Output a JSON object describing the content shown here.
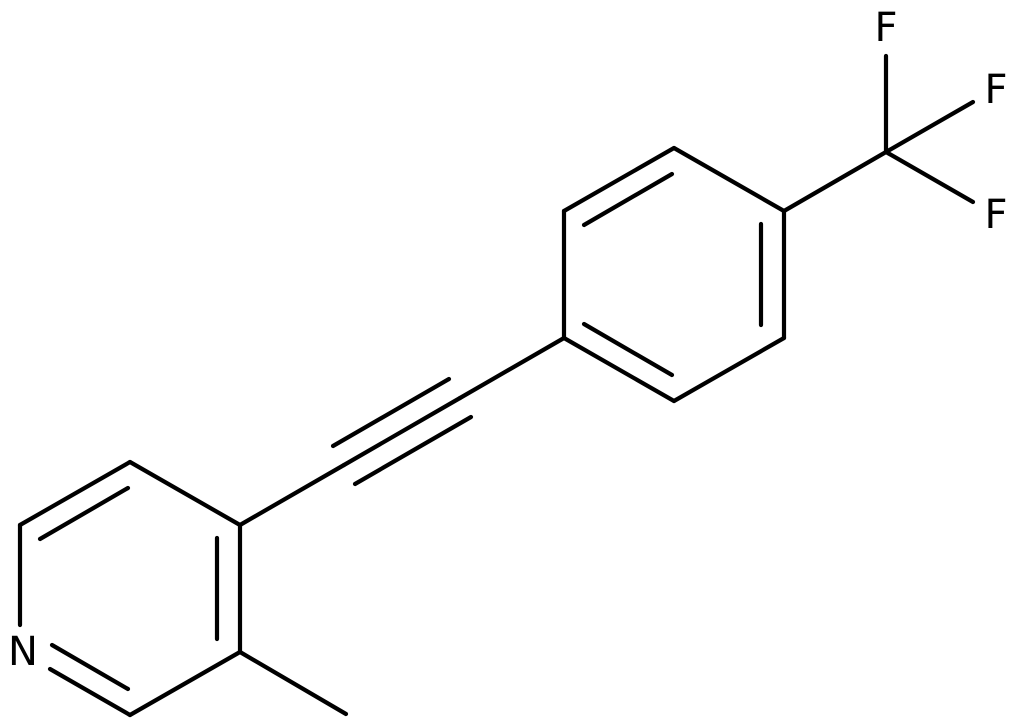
{
  "molecule": {
    "atoms": {
      "n": "N",
      "f1": "F",
      "f2": "F",
      "f3": "F"
    }
  },
  "colors": {
    "bond": "#000000",
    "label": "#000000",
    "background": "#ffffff"
  }
}
